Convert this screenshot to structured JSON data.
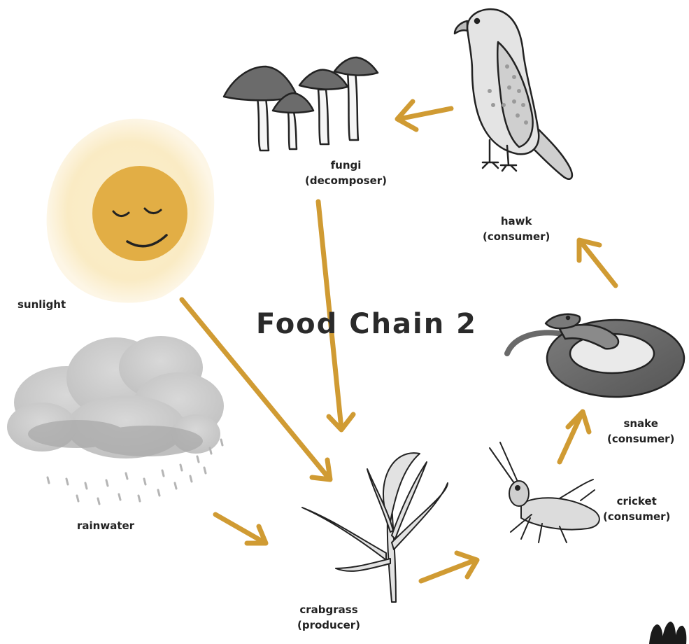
{
  "title": "Food Chain 2",
  "nodes": {
    "sunlight": {
      "name": "sunlight",
      "role": ""
    },
    "rainwater": {
      "name": "rainwater",
      "role": ""
    },
    "fungi": {
      "name": "fungi",
      "role": "(decomposer)"
    },
    "hawk": {
      "name": "hawk",
      "role": "(consumer)"
    },
    "snake": {
      "name": "snake",
      "role": "(consumer)"
    },
    "cricket": {
      "name": "cricket",
      "role": "(consumer)"
    },
    "crabgrass": {
      "name": "crabgrass",
      "role": "(producer)"
    }
  },
  "colors": {
    "arrow": "#D09B33",
    "sun_core": "#E2AE45",
    "sun_glow": "#FAEBC4",
    "cloud": "#C9C9C9",
    "ink": "#222222"
  }
}
